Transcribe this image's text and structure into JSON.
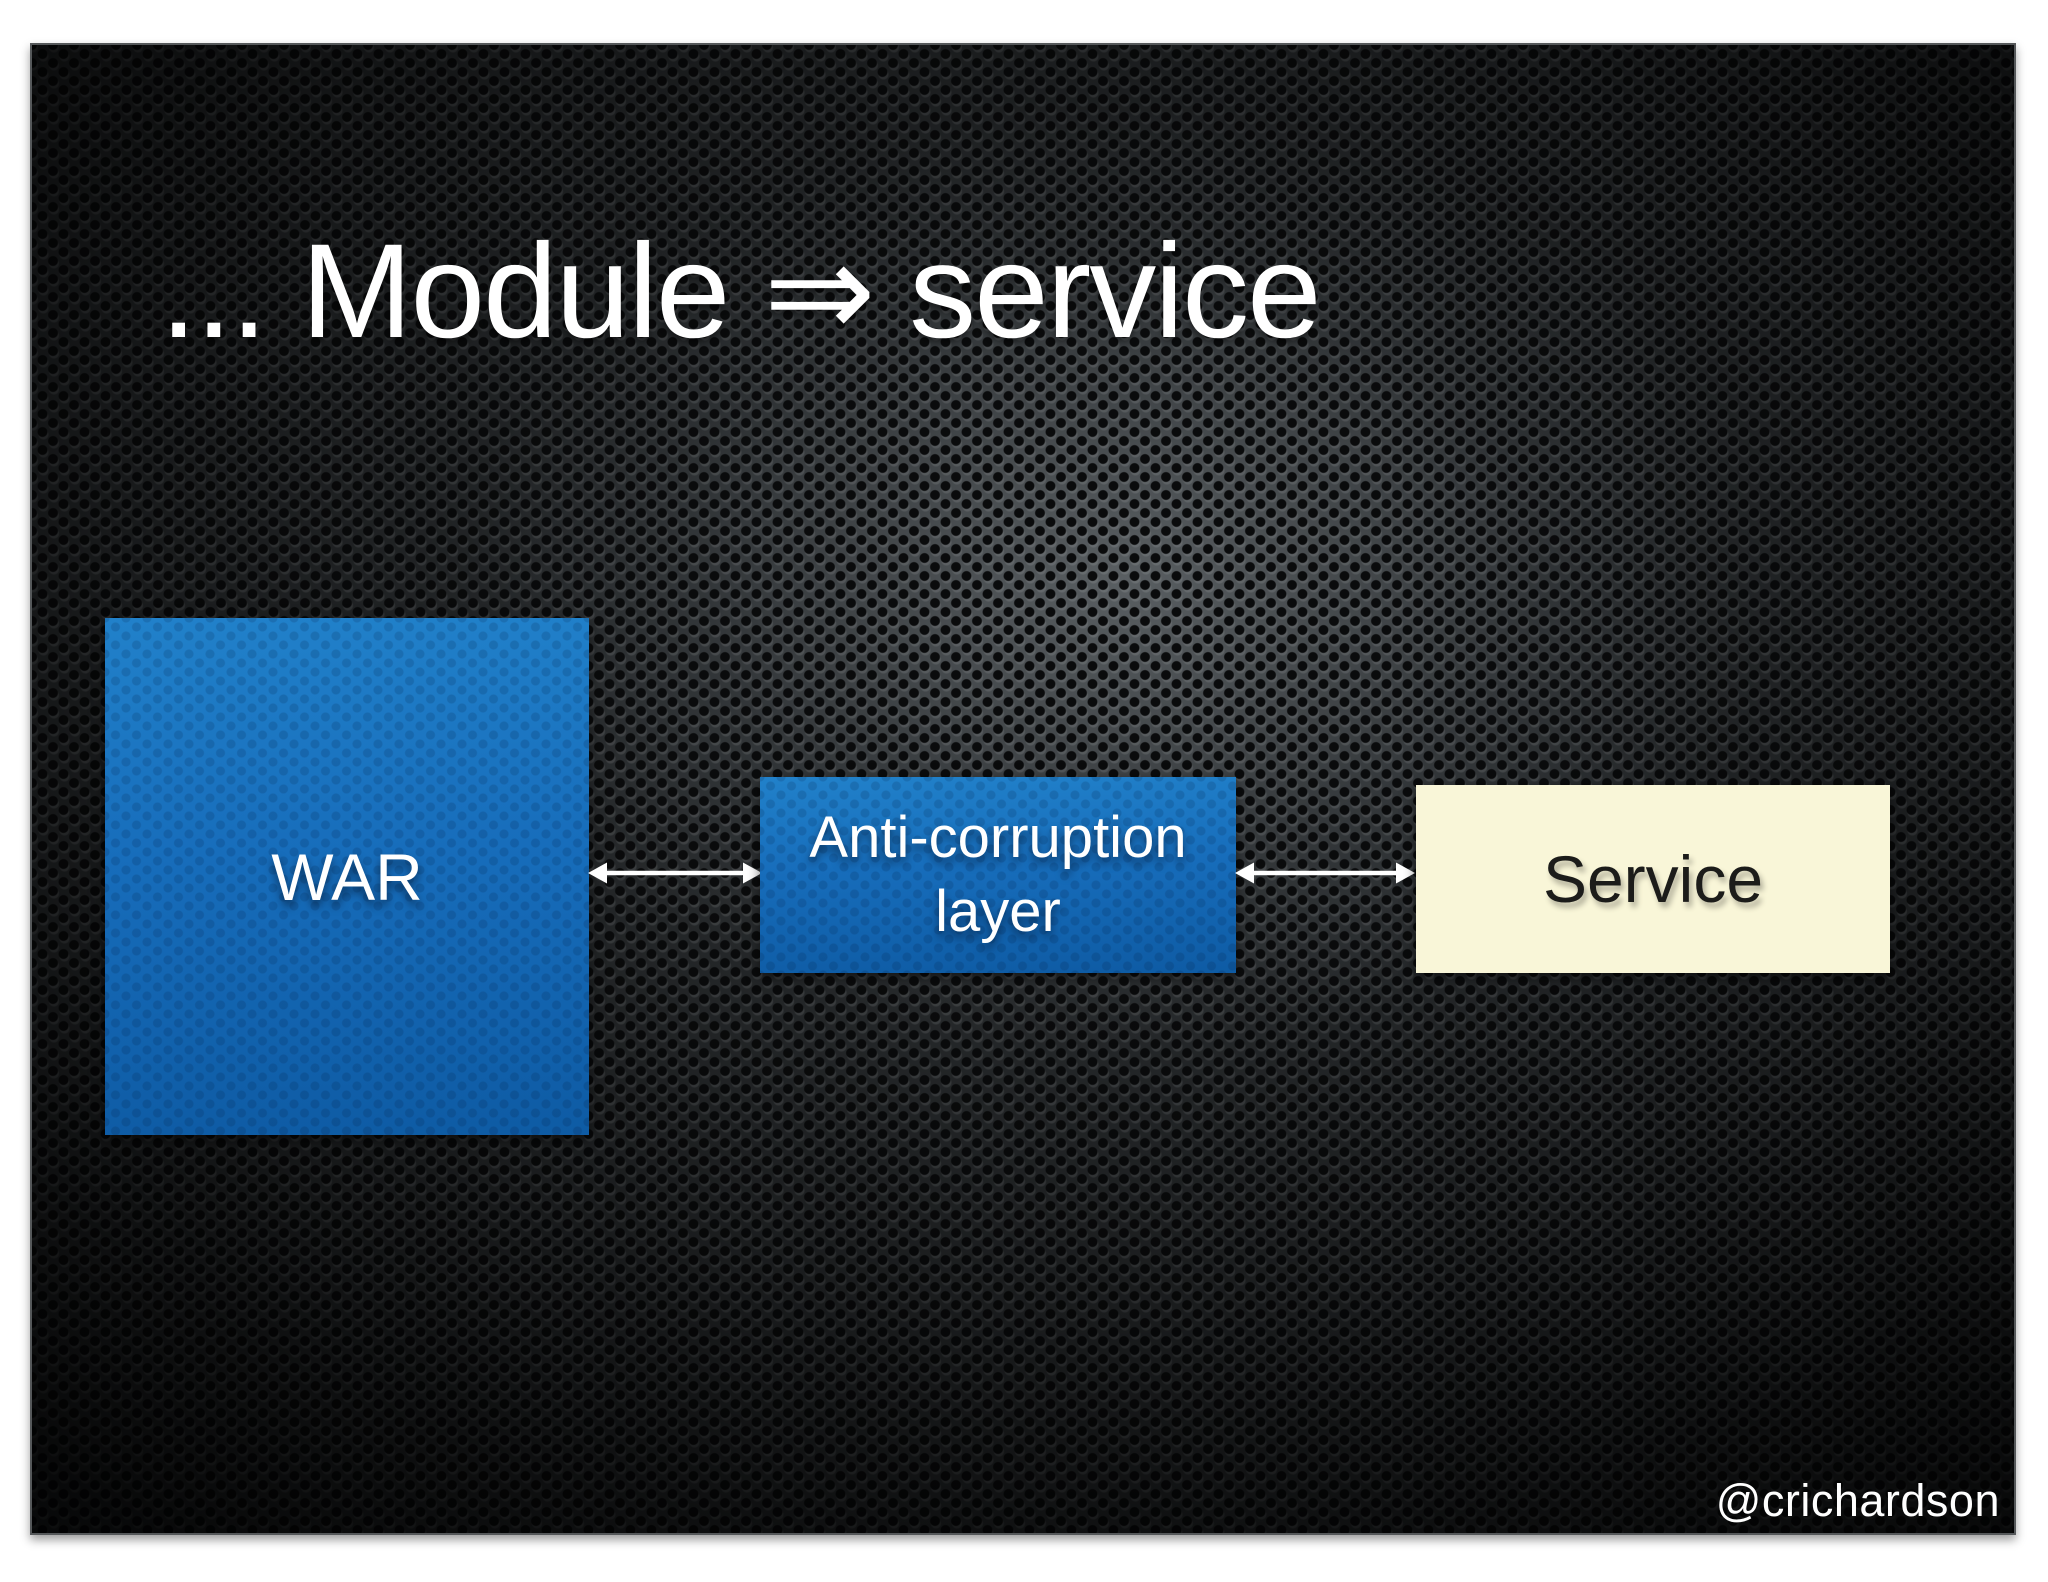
{
  "slide": {
    "title": "... Module ⇒ service",
    "watermark": "@crichardson",
    "background_base_color": "#26292b",
    "nodes": [
      {
        "id": "war",
        "label": "WAR",
        "fill_top": "#2181ca",
        "fill_bottom": "#0e5ba4",
        "text_color": "#ffffff"
      },
      {
        "id": "anti-corruption-layer",
        "label": "Anti-corruption layer",
        "fill_top": "#2181ca",
        "fill_bottom": "#0e5ba4",
        "text_color": "#ffffff"
      },
      {
        "id": "service",
        "label": "Service",
        "fill": "#f9f6d8",
        "text_color": "#1c1c1a"
      }
    ],
    "connectors": [
      {
        "from": "WAR",
        "to": "Anti-corruption layer",
        "style": "double-headed-arrow",
        "color": "#ffffff"
      },
      {
        "from": "Anti-corruption layer",
        "to": "Service",
        "style": "double-headed-arrow",
        "color": "#ffffff"
      }
    ]
  }
}
